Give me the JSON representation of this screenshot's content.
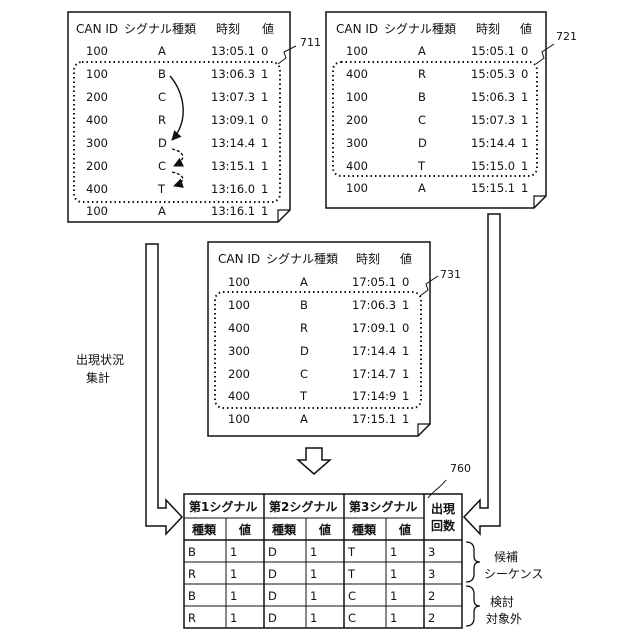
{
  "log_headers": [
    "CAN ID",
    "シグナル種類",
    "時刻",
    "値"
  ],
  "logs": [
    {
      "ref": "711",
      "rows": [
        [
          "100",
          "A",
          "13:05.1",
          "0"
        ],
        [
          "100",
          "B",
          "13:06.3",
          "1"
        ],
        [
          "200",
          "C",
          "13:07.3",
          "1"
        ],
        [
          "400",
          "R",
          "13:09.1",
          "0"
        ],
        [
          "300",
          "D",
          "13:14.4",
          "1"
        ],
        [
          "200",
          "C",
          "13:15.1",
          "1"
        ],
        [
          "400",
          "T",
          "13:16.0",
          "1"
        ],
        [
          "100",
          "A",
          "13:16.1",
          "1"
        ]
      ]
    },
    {
      "ref": "721",
      "rows": [
        [
          "100",
          "A",
          "15:05.1",
          "0"
        ],
        [
          "400",
          "R",
          "15:05.3",
          "0"
        ],
        [
          "100",
          "B",
          "15:06.3",
          "1"
        ],
        [
          "200",
          "C",
          "15:07.3",
          "1"
        ],
        [
          "300",
          "D",
          "15:14.4",
          "1"
        ],
        [
          "400",
          "T",
          "15:15.0",
          "1"
        ],
        [
          "100",
          "A",
          "15:15.1",
          "1"
        ]
      ]
    },
    {
      "ref": "731",
      "rows": [
        [
          "100",
          "A",
          "17:05.1",
          "0"
        ],
        [
          "100",
          "B",
          "17:06.3",
          "1"
        ],
        [
          "400",
          "R",
          "17:09.1",
          "0"
        ],
        [
          "300",
          "D",
          "17:14.4",
          "1"
        ],
        [
          "200",
          "C",
          "17:14.7",
          "1"
        ],
        [
          "400",
          "T",
          "17:14:9",
          "1"
        ],
        [
          "100",
          "A",
          "17:15.1",
          "1"
        ]
      ]
    }
  ],
  "aggregation_label_line1": "出現状況",
  "aggregation_label_line2": "集計",
  "result_table": {
    "ref": "760",
    "group_headers": [
      "第1シグナル",
      "第2シグナル",
      "第3シグナル"
    ],
    "sub_headers": [
      "種類",
      "値"
    ],
    "count_header_line1": "出現",
    "count_header_line2": "回数",
    "rows": [
      [
        "B",
        "1",
        "D",
        "1",
        "T",
        "1",
        "3"
      ],
      [
        "R",
        "1",
        "D",
        "1",
        "T",
        "1",
        "3"
      ],
      [
        "B",
        "1",
        "D",
        "1",
        "C",
        "1",
        "2"
      ],
      [
        "R",
        "1",
        "D",
        "1",
        "C",
        "1",
        "2"
      ]
    ]
  },
  "bracket_candidate_line1": "候補",
  "bracket_candidate_line2": "シーケンス",
  "bracket_excluded_line1": "検討",
  "bracket_excluded_line2": "対象外"
}
